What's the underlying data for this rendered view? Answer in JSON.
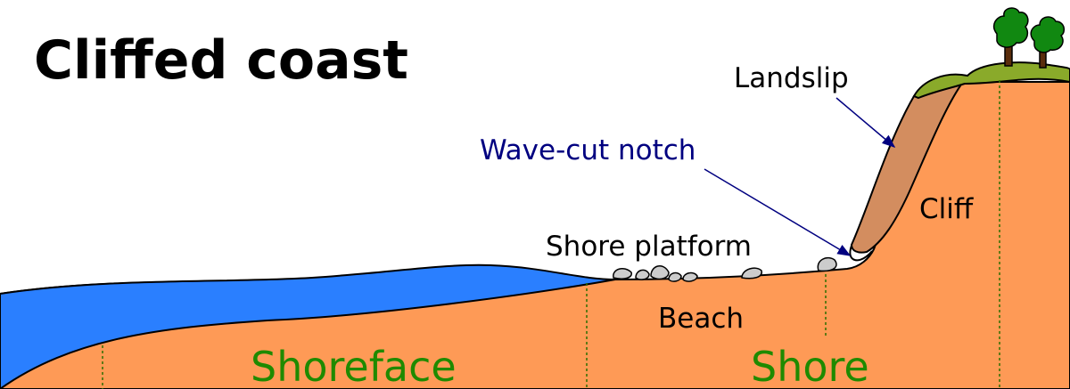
{
  "title": "Cliffed coast",
  "labels": {
    "landslip": "Landslip",
    "wave_cut_notch": "Wave-cut notch",
    "shore_platform": "Shore platform",
    "cliff": "Cliff",
    "beach": "Beach"
  },
  "zones": {
    "shoreface": "Shoreface",
    "shore": "Shore"
  },
  "colors": {
    "land": "#fe9a56",
    "sea": "#2a7fff",
    "landslip": "#d38d5f",
    "grass": "#8aaa2a",
    "tree": "#118811",
    "trunk": "#5a2d0c",
    "rock": "#cccccc",
    "zone_text": "#1f8a00",
    "notch_text": "#000080",
    "boundary": "#2d6e00"
  }
}
